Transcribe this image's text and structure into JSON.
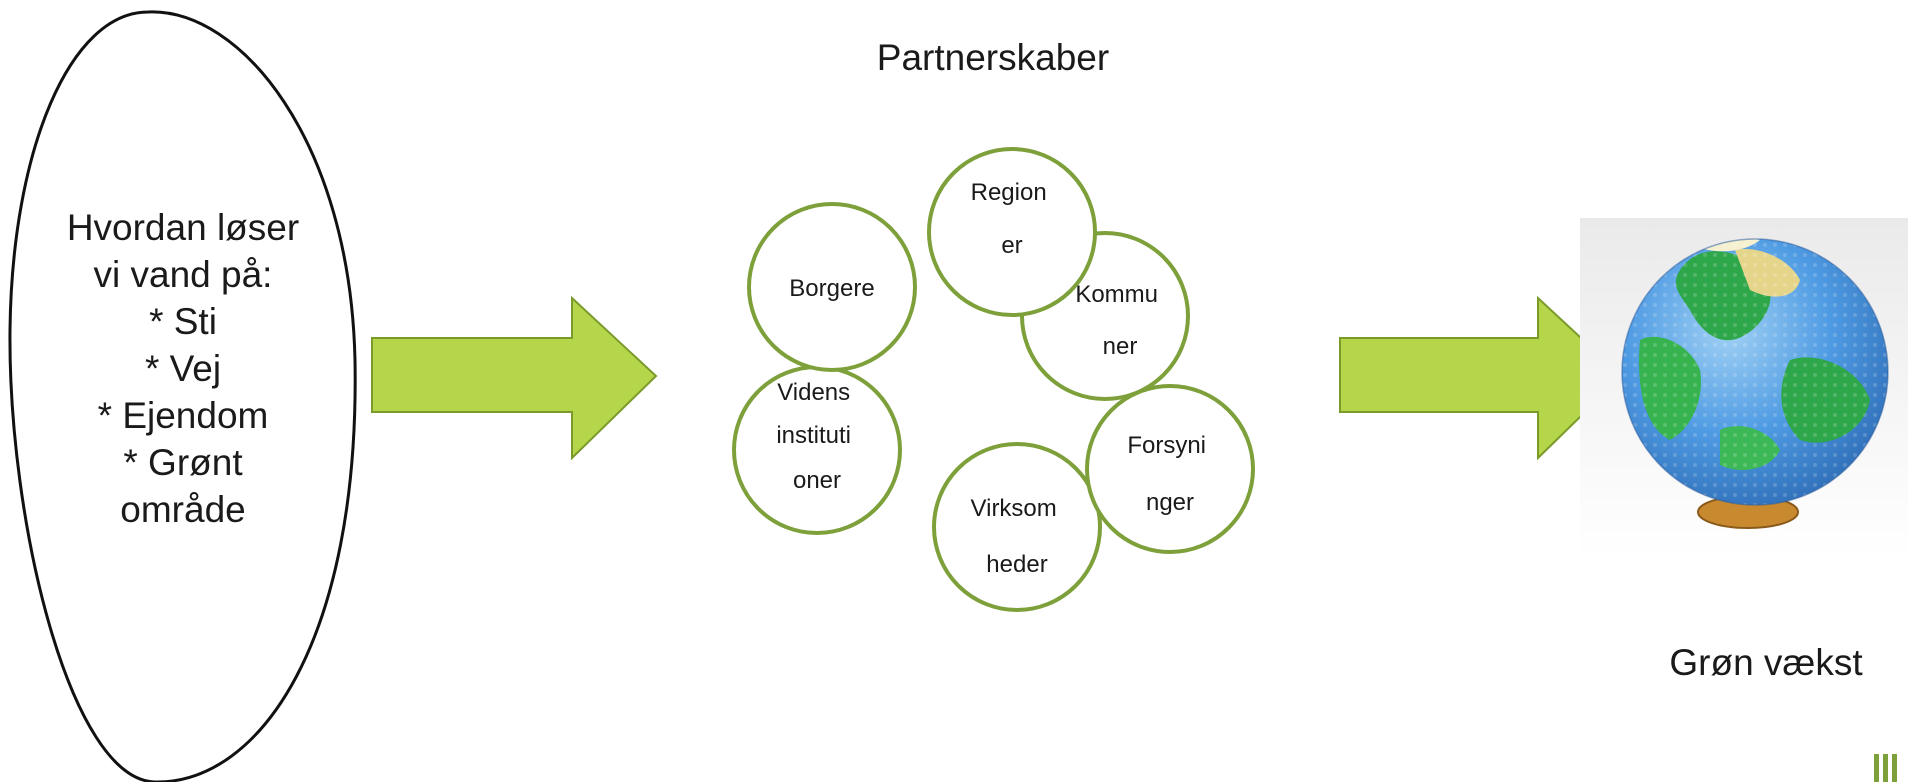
{
  "question": {
    "lines": [
      "Hvordan løser",
      "vi vand på:",
      "* Sti",
      "* Vej",
      "* Ejendom",
      "* Grønt",
      "område"
    ]
  },
  "partnerships": {
    "title": "Partnerskaber",
    "circles": [
      {
        "lines": [
          "Videns",
          "instituti",
          "oner"
        ]
      },
      {
        "lines": [
          "Virksom",
          "heder"
        ]
      },
      {
        "lines": [
          "Forsyni",
          "nger"
        ]
      },
      {
        "lines": [
          "Kommu",
          "ner"
        ]
      },
      {
        "lines": [
          "Region",
          "er"
        ]
      },
      {
        "lines": [
          "Borgere"
        ]
      }
    ]
  },
  "result": {
    "label": "Grøn vækst"
  },
  "colors": {
    "arrow_fill": "#b5d64a",
    "arrow_stroke": "#7a9a2a",
    "circle_stroke": "#7da03a",
    "ellipse_stroke": "#111111",
    "text": "#1a1a1a"
  }
}
